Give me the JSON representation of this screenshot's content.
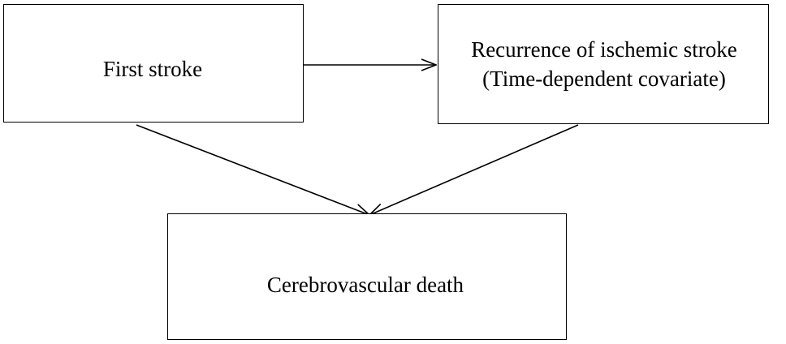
{
  "nodes": {
    "first_stroke": {
      "label": "First stroke"
    },
    "recurrence": {
      "line1": "Recurrence of ischemic stroke",
      "line2": "(Time-dependent covariate)"
    },
    "death": {
      "label": "Cerebrovascular death"
    }
  },
  "edges": [
    {
      "from": "first_stroke",
      "to": "recurrence"
    },
    {
      "from": "first_stroke",
      "to": "death"
    },
    {
      "from": "recurrence",
      "to": "death"
    }
  ]
}
